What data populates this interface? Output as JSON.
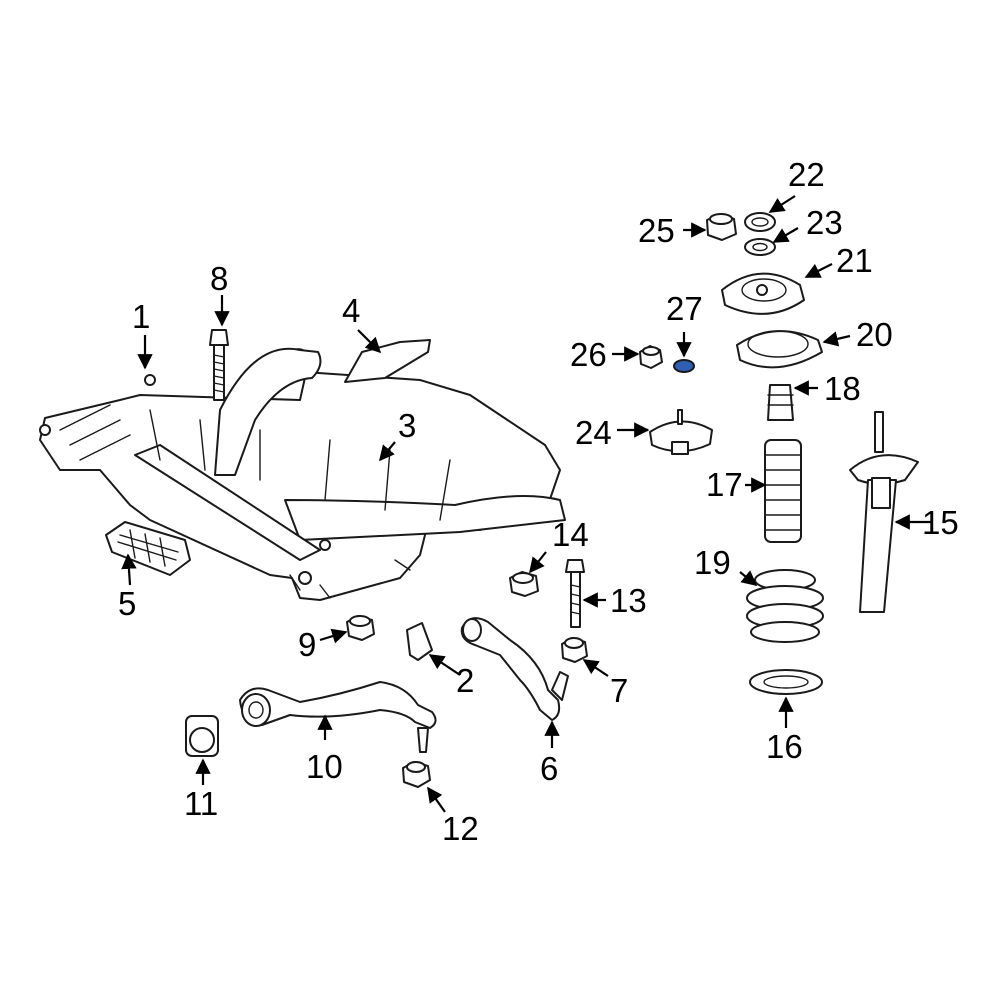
{
  "highlight_color": "#2f5fb0",
  "callouts": {
    "c1": "1",
    "c2": "2",
    "c3": "3",
    "c4": "4",
    "c5": "5",
    "c6": "6",
    "c7": "7",
    "c8": "8",
    "c9": "9",
    "c10": "10",
    "c11": "11",
    "c12": "12",
    "c13": "13",
    "c14": "14",
    "c15": "15",
    "c16": "16",
    "c17": "17",
    "c18": "18",
    "c19": "19",
    "c20": "20",
    "c21": "21",
    "c22": "22",
    "c23": "23",
    "c24": "24",
    "c25": "25",
    "c26": "26",
    "c27": "27"
  },
  "highlighted_part": "27"
}
